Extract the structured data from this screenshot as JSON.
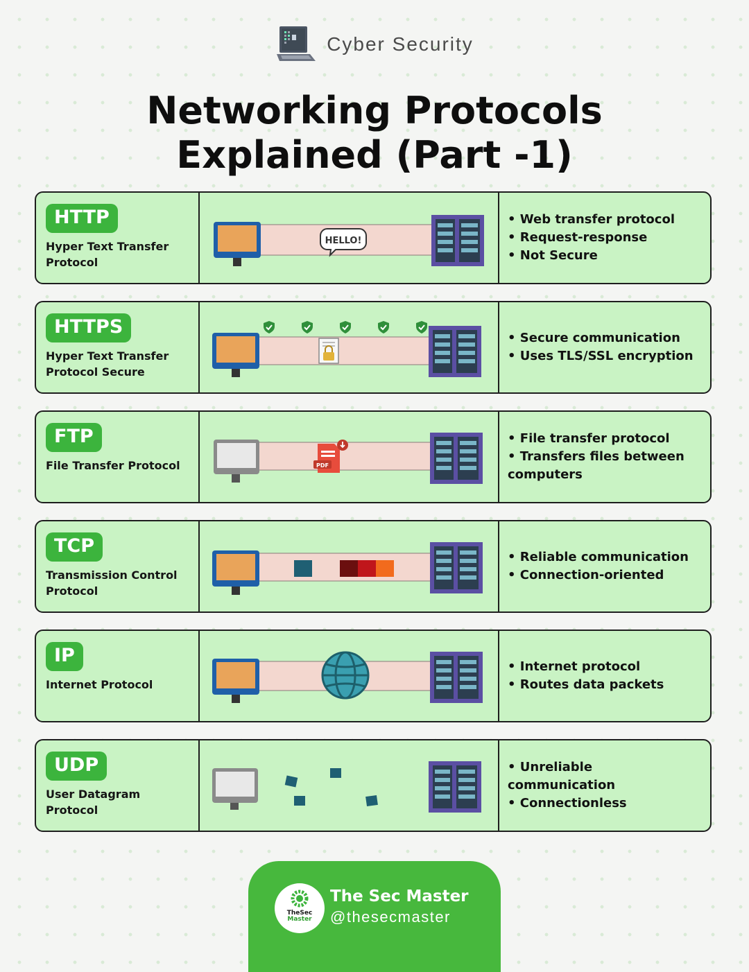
{
  "header": {
    "brand": "Cyber Security",
    "brand_icon": "laptop-icon",
    "title_line1": "Networking Protocols",
    "title_line2": "Explained (Part -1)"
  },
  "colors": {
    "row_background": "#c9f3c4",
    "badge": "#3cb43d",
    "footer": "#47b83d",
    "cable": "#f3d7cf",
    "server": "#5b4fa3"
  },
  "protocols": [
    {
      "abbr": "HTTP",
      "full_lines": [
        "Hyper Text Transfer",
        "Protocol"
      ],
      "desc_lines": [
        "Web transfer protocol",
        "Request-response",
        "Not Secure"
      ],
      "visual": "hello-bubble-icon",
      "bubble_text": "HELLO!"
    },
    {
      "abbr": "HTTPS",
      "full_lines": [
        "Hyper Text Transfer",
        "Protocol Secure"
      ],
      "desc_lines": [
        "Secure communication",
        "Uses TLS/SSL encryption"
      ],
      "visual": "locked-document-icon",
      "shield_count": 5
    },
    {
      "abbr": "FTP",
      "full_lines": [
        "File Transfer Protocol"
      ],
      "desc_lines": [
        "File transfer protocol",
        "Transfers files between"
      ],
      "desc_continuation": "computers",
      "visual": "pdf-file-icon",
      "pdf_label": "PDF"
    },
    {
      "abbr": "TCP",
      "full_lines": [
        "Transmission Control",
        "Protocol"
      ],
      "desc_lines": [
        "Reliable communication",
        "Connection-oriented"
      ],
      "visual": "packets-in-line-icon"
    },
    {
      "abbr": "IP",
      "full_lines": [
        "Internet Protocol"
      ],
      "desc_lines": [
        "Internet protocol",
        "Routes data packets"
      ],
      "visual": "globe-icon"
    },
    {
      "abbr": "UDP",
      "full_lines": [
        "User Datagram",
        "Protocol"
      ],
      "desc_lines": [
        "Unreliable communication",
        "Connectionless"
      ],
      "visual": "scattered-packets-icon"
    }
  ],
  "footer": {
    "logo_line1": "TheSec",
    "logo_line2": "Master",
    "name": "The Sec Master",
    "handle": "@thesecmaster"
  }
}
